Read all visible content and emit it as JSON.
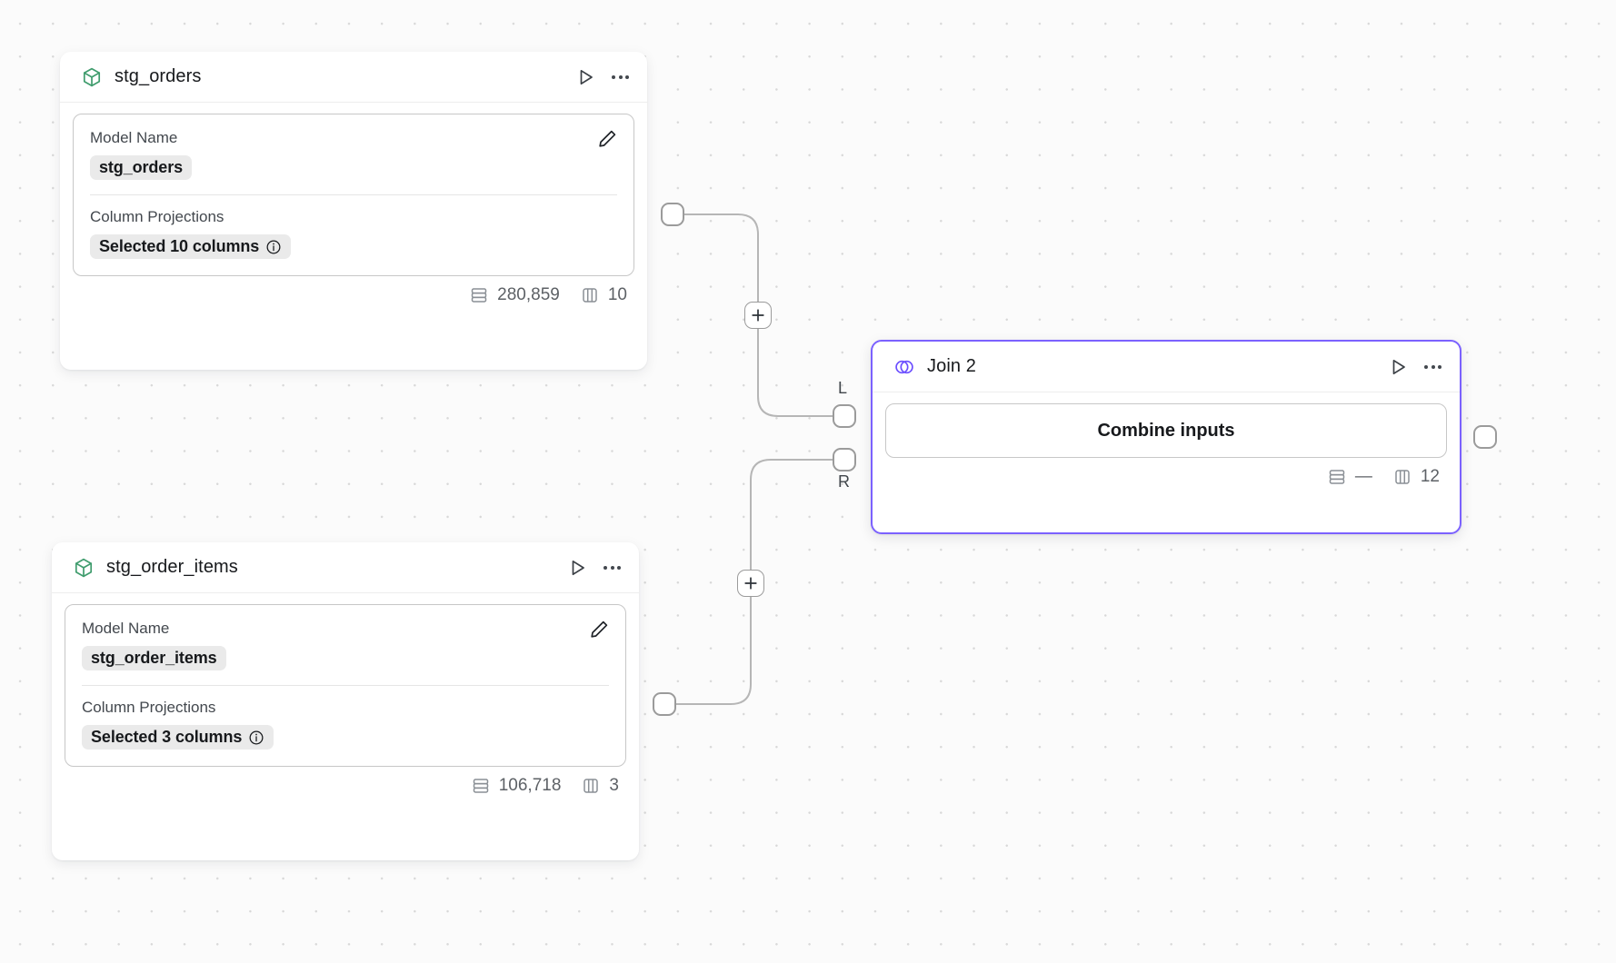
{
  "canvas": {
    "background_color": "#fbfbfb",
    "grid_dot_color": "#d8d8d8",
    "accent_color": "#7b61ff",
    "model_icon_color": "#3f9c6d"
  },
  "nodes": [
    {
      "id": "stg_orders",
      "title": "stg_orders",
      "type_icon": "cube-icon",
      "model_name_label": "Model Name",
      "model_name_value": "stg_orders",
      "column_projections_label": "Column Projections",
      "column_projections_value": "Selected 10 columns",
      "rows_value": "280,859",
      "columns_value": "10",
      "run_icon": "play-icon",
      "menu_icon": "ellipsis-icon",
      "edit_icon": "pencil-icon",
      "info_icon": "info-icon"
    },
    {
      "id": "stg_order_items",
      "title": "stg_order_items",
      "type_icon": "cube-icon",
      "model_name_label": "Model Name",
      "model_name_value": "stg_order_items",
      "column_projections_label": "Column Projections",
      "column_projections_value": "Selected 3 columns",
      "rows_value": "106,718",
      "columns_value": "3",
      "run_icon": "play-icon",
      "menu_icon": "ellipsis-icon",
      "edit_icon": "pencil-icon",
      "info_icon": "info-icon"
    }
  ],
  "join_node": {
    "id": "join_2",
    "title": "Join 2",
    "type_icon": "venn-join-icon",
    "selected": true,
    "combine_label": "Combine inputs",
    "rows_value": "—",
    "columns_value": "12",
    "run_icon": "play-icon",
    "menu_icon": "ellipsis-icon",
    "input_handle_left_label": "L",
    "input_handle_right_label": "R"
  },
  "edge_controls": {
    "add_label": "+",
    "top_plus_name": "add-node-on-edge-top",
    "bottom_plus_name": "add-node-on-edge-bottom"
  },
  "stat_icons": {
    "rows_icon": "rows-icon",
    "columns_icon": "columns-icon"
  }
}
